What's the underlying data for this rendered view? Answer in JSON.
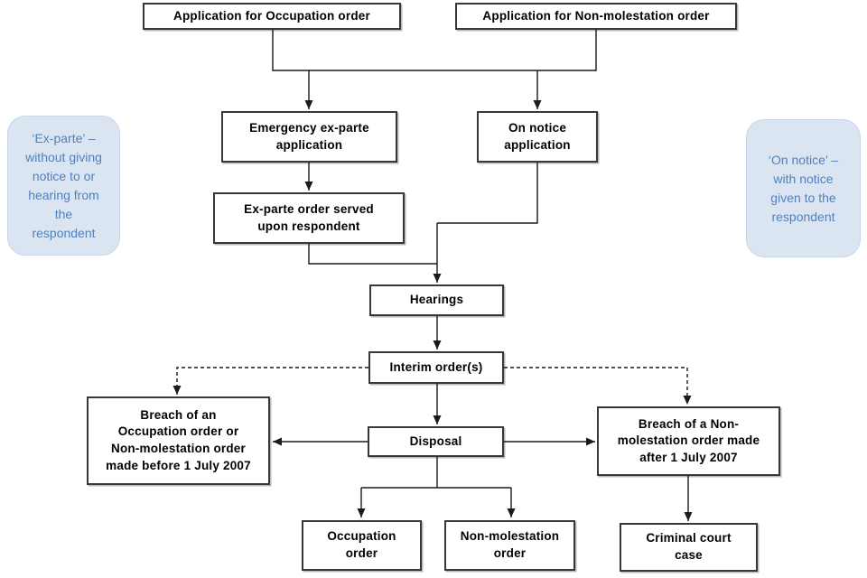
{
  "diagram": {
    "nodes": {
      "app_occupation": {
        "label": "Application for Occupation order"
      },
      "app_nonmol": {
        "label": "Application for Non-molestation order"
      },
      "emergency": {
        "label": "Emergency ex-parte\napplication"
      },
      "on_notice": {
        "label": "On notice\napplication"
      },
      "exparte_served": {
        "label": "Ex-parte order served\nupon respondent"
      },
      "hearings": {
        "label": "Hearings"
      },
      "interim": {
        "label": "Interim order(s)"
      },
      "disposal": {
        "label": "Disposal"
      },
      "breach_before": {
        "label": "Breach of an\nOccupation order or\nNon-molestation order\nmade before 1 July 2007"
      },
      "breach_after": {
        "label": "Breach of a Non-\nmolestation order made\nafter 1 July 2007"
      },
      "occupation_order": {
        "label": "Occupation\norder"
      },
      "nonmol_order": {
        "label": "Non-molestation\norder"
      },
      "criminal_court": {
        "label": "Criminal court\ncase"
      }
    },
    "callouts": {
      "ex_parte": {
        "text": "‘Ex-parte’ –\nwithout giving\nnotice to or\nhearing from\nthe\nrespondent"
      },
      "on_notice": {
        "text": "‘On notice’ –\nwith notice\ngiven to the\nrespondent"
      }
    },
    "colors": {
      "line": "#1a1a1a",
      "box_border": "#383838",
      "box_fill": "#ffffff",
      "callout_fill": "#dbe5f1",
      "callout_border": "#c8d6ea",
      "callout_text": "#4f81bd"
    }
  }
}
